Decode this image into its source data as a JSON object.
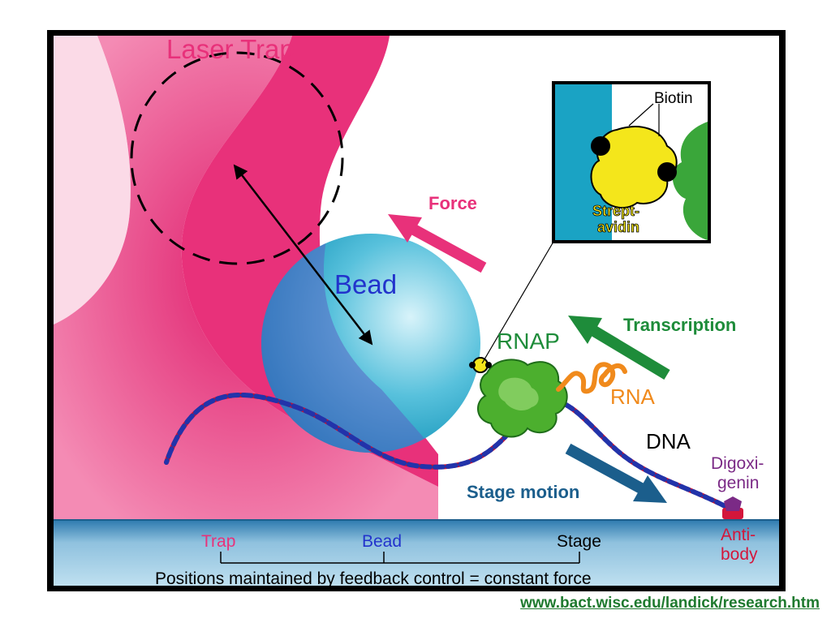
{
  "diagram": {
    "title": "Laser Trap",
    "labels": {
      "bead": "Bead",
      "force": "Force",
      "transcription": "Transcription",
      "rnap": "RNAP",
      "rna": "RNA",
      "dna": "DNA",
      "stage_motion": "Stage motion",
      "digoxigenin_line1": "Digoxi-",
      "digoxigenin_line2": "genin",
      "antibody_line1": "Anti-",
      "antibody_line2": "body",
      "inset_biotin": "Biotin",
      "inset_streptavidin_line1": "Strept-",
      "inset_streptavidin_line2": "avidin"
    },
    "bottom_bar": {
      "trap": "Trap",
      "bead": "Bead",
      "stage": "Stage",
      "caption": "Positions maintained by feedback control = constant force"
    },
    "colors": {
      "laser": "#e8317a",
      "bead": "#1aa3c4",
      "force_arrow": "#e8317a",
      "transcription_arrow": "#1e8c3a",
      "stage_arrow": "#1b5e8c",
      "dna_red": "#c8102e",
      "dna_blue": "#2233aa",
      "rna": "#f08a1c",
      "rnap": "#4caf2e",
      "stage_bar": "#2f7fb0"
    }
  },
  "source_url": "www.bact.wisc.edu/landick/research.htm"
}
